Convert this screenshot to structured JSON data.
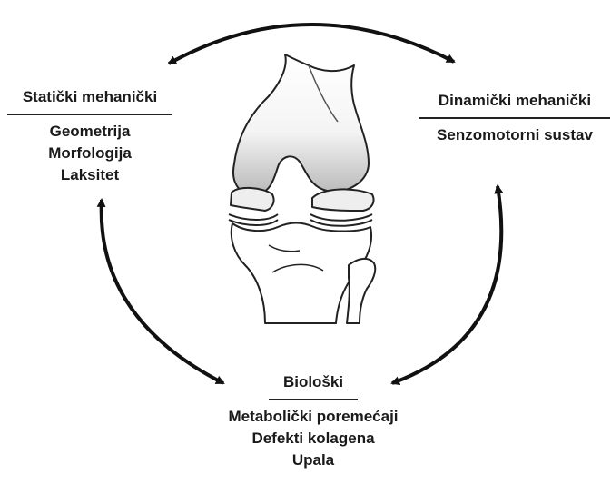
{
  "static_mechanical": {
    "heading": "Statički mehanički",
    "items": [
      "Geometrija",
      "Morfologija",
      "Laksitet"
    ]
  },
  "dynamic_mechanical": {
    "heading": "Dinamički mehanički",
    "items": [
      "Senzomotorni sustav"
    ]
  },
  "biological": {
    "heading": "Biološki",
    "items": [
      "Metabolički poremećaji",
      "Defekti kolagena",
      "Upala"
    ]
  }
}
